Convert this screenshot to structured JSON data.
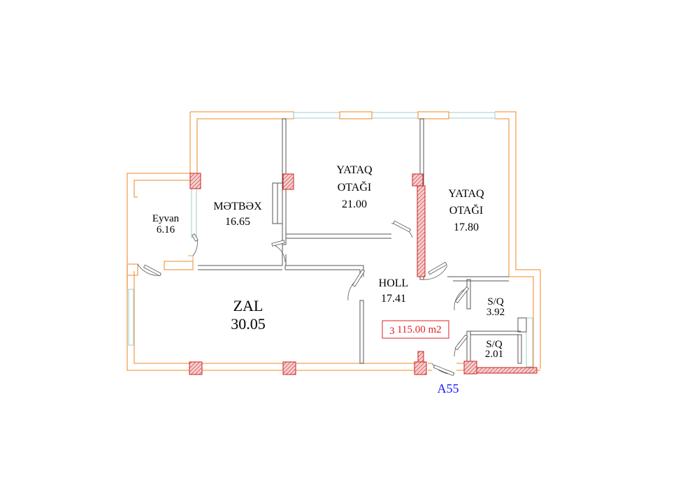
{
  "rooms": {
    "eyvan": {
      "name": "Eyvan",
      "area": "6.16"
    },
    "metbex": {
      "name": "MƏTBƏX",
      "area": "16.65"
    },
    "yataq1": {
      "name_line1": "YATAQ",
      "name_line2": "OTAĞI",
      "area": "21.00"
    },
    "yataq2": {
      "name_line1": "YATAQ",
      "name_line2": "OTAĞI",
      "area": "17.80"
    },
    "zal": {
      "name": "ZAL",
      "area": "30.05"
    },
    "holl": {
      "name": "HOLL",
      "area": "17.41"
    },
    "sq1": {
      "name": "S/Q",
      "area": "3.92"
    },
    "sq2": {
      "name": "S/Q",
      "area": "2.01"
    }
  },
  "summary": {
    "rooms_count": "3",
    "total_area": "115.00 m2"
  },
  "unit_label": "A55",
  "colors": {
    "wall": "#f0a050",
    "column": "#cc2222",
    "glazing": "#9fcfcf",
    "area_label": "#dd2222",
    "unit_label": "#1a1aff"
  }
}
